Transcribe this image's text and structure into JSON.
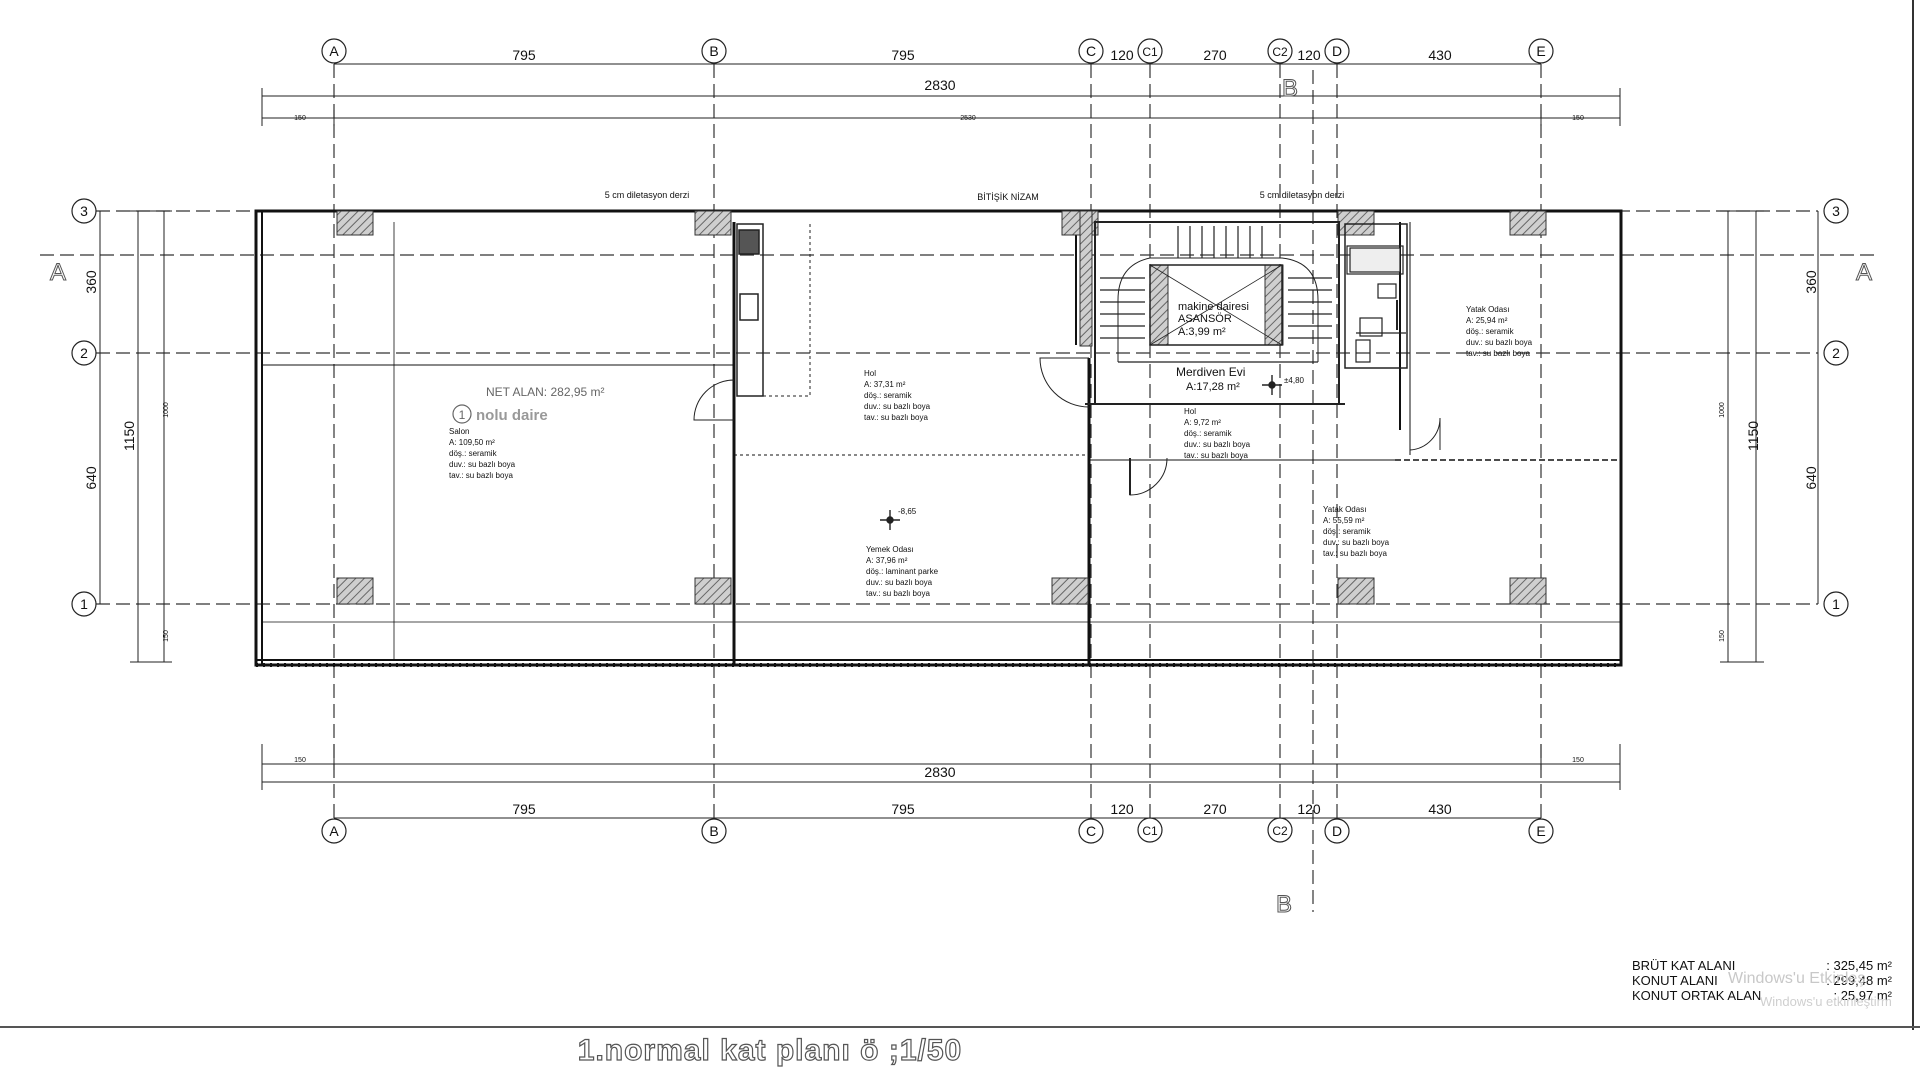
{
  "axes_columns": [
    "A",
    "B",
    "C",
    "C1",
    "C2",
    "D",
    "E"
  ],
  "axes_rows": [
    "3",
    "2",
    "1"
  ],
  "section_markers": {
    "horizontal": "A",
    "vertical": "B"
  },
  "dims_top": {
    "seg_AB": "795",
    "seg_BC": "795",
    "seg_CC1": "120",
    "seg_C1C2": "270",
    "seg_C2D": "120",
    "seg_DE": "430",
    "total": "2830",
    "overhang_left": "150",
    "inner_total": "2530",
    "overhang_right": "150"
  },
  "dims_bottom": {
    "seg_AB": "795",
    "seg_BC": "795",
    "seg_CC1": "120",
    "seg_C1C2": "270",
    "seg_C2D": "120",
    "seg_DE": "430",
    "total": "2830",
    "overhang_left": "150",
    "overhang_right": "150"
  },
  "dims_side": {
    "upper": "360",
    "lower": "640",
    "total": "1150",
    "inner": "1000",
    "bottom_small": "150"
  },
  "notes": {
    "joint_left": "5 cm diletasyon derzi",
    "adjacent": "BİTİŞİK NİZAM",
    "joint_right": "5 cm diletasyon derzi"
  },
  "net_area": "NET ALAN: 282,95 m²",
  "unit_number": "1",
  "unit_label": "nolu daire",
  "rooms": {
    "salon": {
      "name": "Salon",
      "area": "A: 109,50 m²",
      "floor": "döş.: seramik",
      "wall": "duv.: su bazlı boya",
      "ceiling": "tav.: su bazlı boya"
    },
    "hol": {
      "name": "Hol",
      "area": "A: 37,31 m²",
      "floor": "döş.: seramik",
      "wall": "duv.: su bazlı boya",
      "ceiling": "tav.: su bazlı boya"
    },
    "yemek": {
      "name": "Yemek Odası",
      "area": "A: 37,96 m²",
      "floor": "döş.: laminant parke",
      "wall": "duv.: su bazlı boya",
      "ceiling": "tav.: su bazlı boya"
    },
    "hol2": {
      "name": "Hol",
      "area": "A: 9,72 m²",
      "floor": "döş.: seramik",
      "wall": "duv.: su bazlı boya",
      "ceiling": "tav.: su bazlı boya"
    },
    "yatak1": {
      "name": "Yatak Odası",
      "area": "A: 25,94 m²",
      "floor": "döş.: seramik",
      "wall": "duv.: su bazlı boya",
      "ceiling": "tav.: su bazlı boya"
    },
    "yatak2": {
      "name": "Yatak Odası",
      "area": "A: 55,59 m²",
      "floor": "döş.: seramik",
      "wall": "duv.: su bazlı boya",
      "ceiling": "tav.: su bazlı boya"
    }
  },
  "core": {
    "machine": "makine dairesi",
    "lift": "ASANSÖR",
    "lift_area": "A:3,99 m²",
    "stair": "Merdiven Evi",
    "stair_area": "A:17,28 m²",
    "level_stair": "±4,80"
  },
  "levels": {
    "yemek": "-8,65"
  },
  "summary": [
    {
      "label": "BRÜT KAT ALANI",
      "value": ": 325,45 m²"
    },
    {
      "label": "KONUT ALANI",
      "value": ": 299,48 m²"
    },
    {
      "label": "KONUT ORTAK ALAN",
      "value": ": 25,97 m²"
    }
  ],
  "watermark": {
    "line1": "Windows'u Etkinleş",
    "line2": "Windows'u etkinleştirm"
  },
  "title": "1.normal kat planı ö ;1/50"
}
